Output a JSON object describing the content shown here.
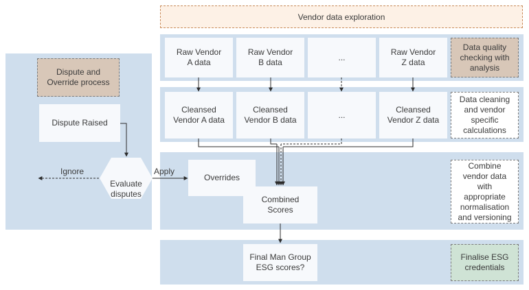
{
  "header": {
    "title": "Vendor data exploration"
  },
  "left_panel": {
    "title": "Dispute and\nOverride process",
    "dispute_raised": "Dispute Raised",
    "evaluate": "Evaluate\ndisputes",
    "ignore_label": "Ignore",
    "apply_label": "Apply"
  },
  "row_raw": {
    "boxes": [
      "Raw Vendor\nA data",
      "Raw Vendor\nB data",
      "...",
      "Raw Vendor\nZ data"
    ],
    "note": "Data quality\nchecking with\nanalysis"
  },
  "row_cleansed": {
    "boxes": [
      "Cleansed\nVendor A data",
      "Cleansed\nVendor B data",
      "...",
      "Cleansed\nVendor Z data"
    ],
    "note": "Data cleaning\nand vendor\nspecific\ncalculations"
  },
  "row_combine": {
    "overrides": "Overrides",
    "combined": "Combined\nScores",
    "note": "Combine\nvendor data\nwith\nappropriate\nnormalisation\nand versioning"
  },
  "row_final": {
    "final": "Final Man Group\nESG scores?",
    "note": "Finalise ESG\ncredentials"
  },
  "colors": {
    "band": "#cfdeed",
    "box": "#f7f9fc",
    "tan": "#d8c7b8",
    "green": "#cfe3d5",
    "header_bg": "#fdf1e6",
    "line": "#2b2b2b"
  }
}
